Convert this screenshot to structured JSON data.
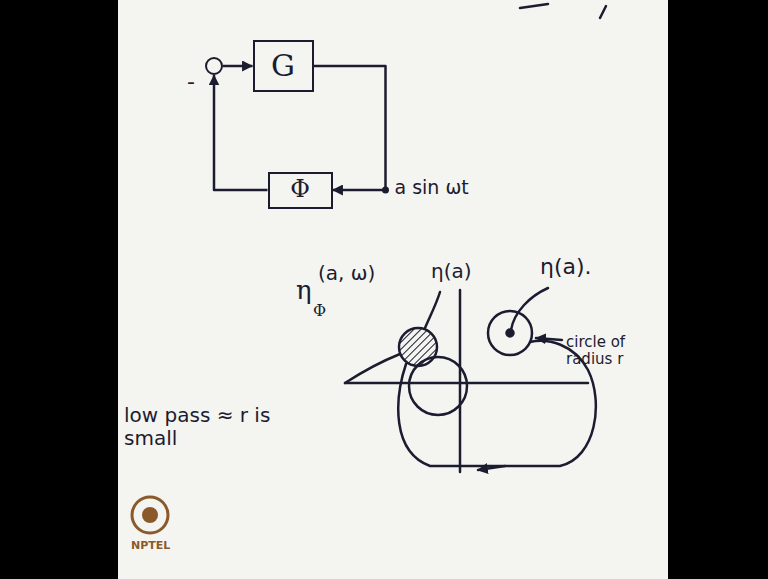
{
  "diagram": {
    "nodes": [
      {
        "text": [
          "-"
        ]
      },
      {
        "text": [
          "G"
        ]
      },
      {
        "text": [
          "Φ"
        ]
      }
    ],
    "edges": [
      {
        "from": 0,
        "to": 1,
        "arrow": "to"
      },
      {
        "from": 1,
        "to": 2,
        "label": "a sin ωt",
        "arrow": "to"
      },
      {
        "from": 2,
        "to": 0,
        "arrow": "to"
      }
    ],
    "labels": [
      "η",
      "Φ",
      "(a, ω)",
      "η(a)",
      "η(a).",
      "circle of radius r",
      "low pass ≈ r is small",
      "NPTEL"
    ]
  }
}
